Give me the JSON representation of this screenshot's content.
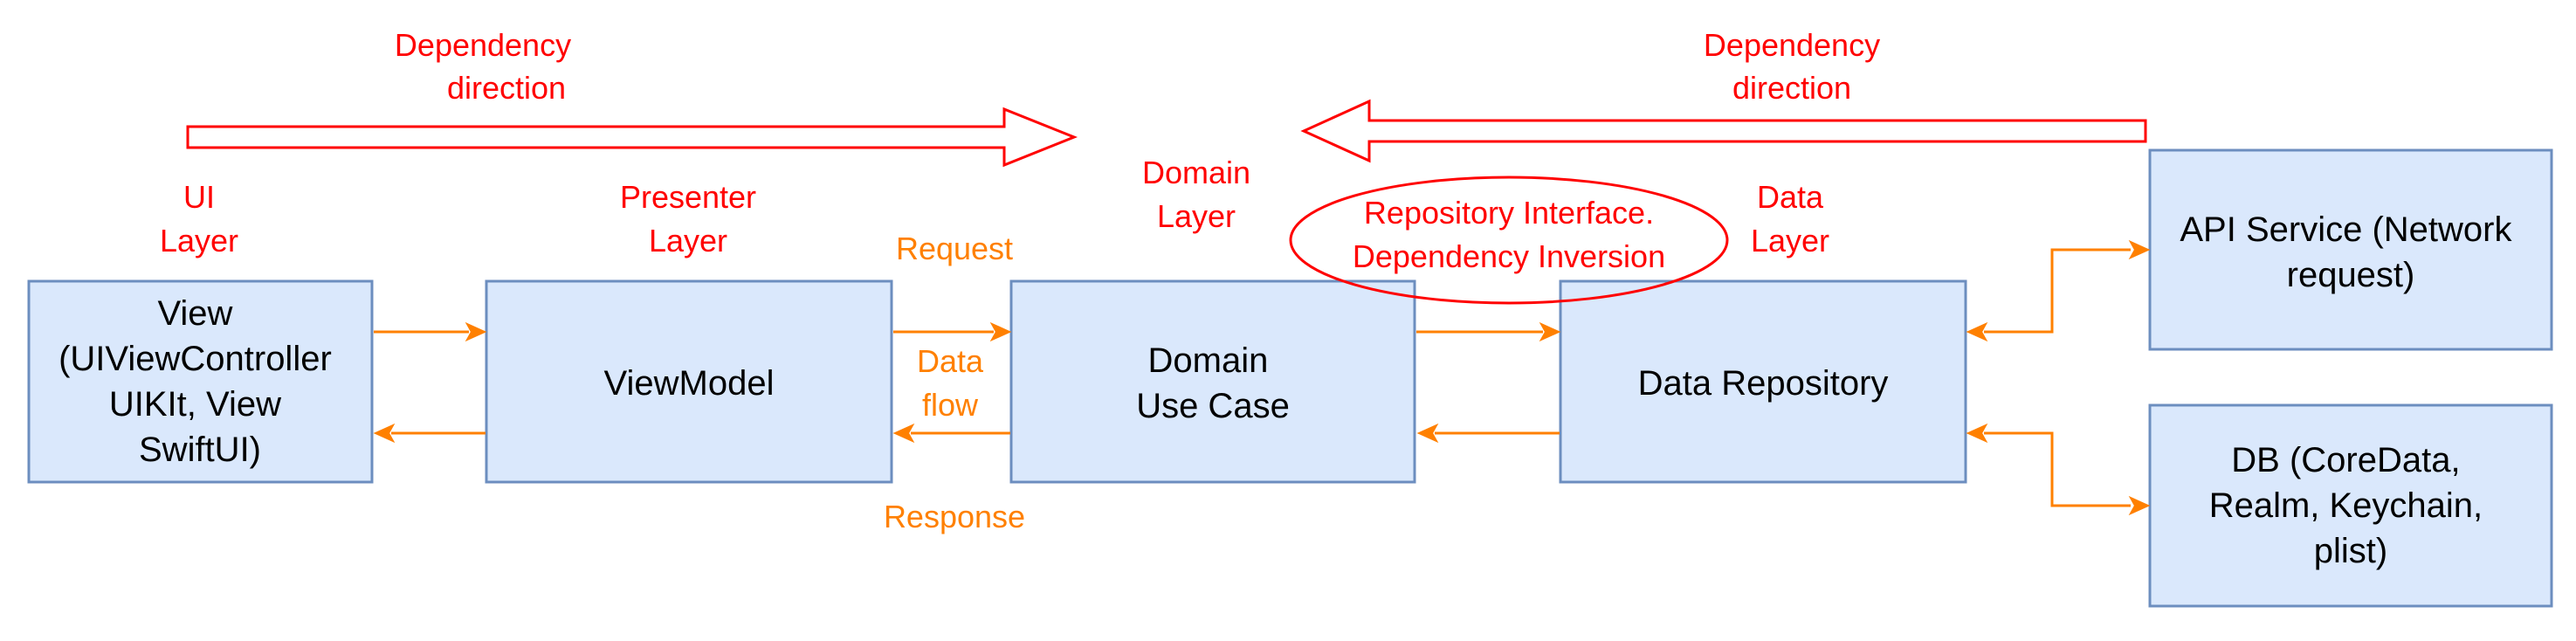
{
  "colors": {
    "box_fill": "#dae8fc",
    "box_border": "#6c8ebf",
    "dependency_red": "#ff0000",
    "flow_orange": "#ff8000"
  },
  "dependency_left": {
    "line1": "Dependency",
    "line2": "direction"
  },
  "dependency_right": {
    "line1": "Dependency",
    "line2": "direction"
  },
  "layers": {
    "ui": {
      "line1": "UI",
      "line2": "Layer"
    },
    "presenter": {
      "line1": "Presenter",
      "line2": "Layer"
    },
    "domain": {
      "line1": "Domain",
      "line2": "Layer"
    },
    "data": {
      "line1": "Data",
      "line2": "Layer"
    }
  },
  "repository_interface": {
    "line1": "Repository Interface.",
    "line2": "Dependency Inversion"
  },
  "boxes": {
    "view": {
      "lines": [
        "View",
        "(UIViewController",
        "UIKIt, View",
        "SwiftUI)"
      ]
    },
    "viewmodel": {
      "lines": [
        "ViewModel"
      ]
    },
    "usecase": {
      "lines": [
        "Domain",
        "Use Case"
      ]
    },
    "repository": {
      "lines": [
        "Data Repository"
      ]
    },
    "api": {
      "lines": [
        "API Service (Network",
        "request)"
      ]
    },
    "db": {
      "lines": [
        "DB (CoreData,",
        "Realm, Keychain,",
        "plist)"
      ]
    }
  },
  "flow_labels": {
    "request": "Request",
    "data_flow": {
      "line1": "Data",
      "line2": "flow"
    },
    "response": "Response"
  }
}
